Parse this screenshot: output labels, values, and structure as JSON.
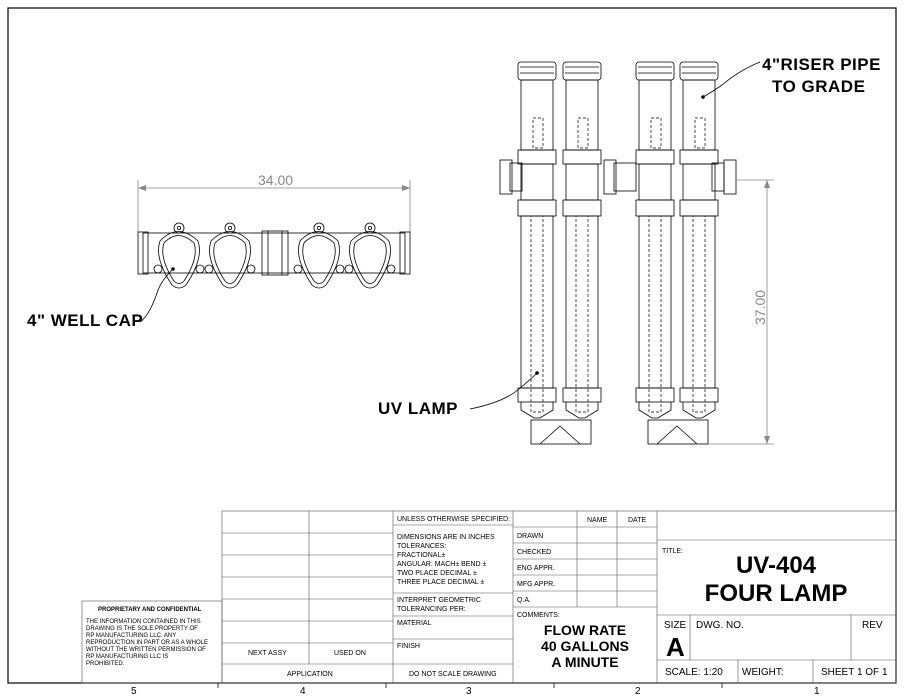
{
  "zones": {
    "numbers": [
      "5",
      "4",
      "3",
      "2",
      "1"
    ]
  },
  "drawing": {
    "callout_riser_line1": "4\"RISER PIPE",
    "callout_riser_line2": "TO GRADE",
    "callout_well_cap": "4\" WELL CAP",
    "callout_uv_lamp": "UV LAMP",
    "dim_width": "34.00",
    "dim_height": "37.00"
  },
  "title_block": {
    "proprietary_title": "PROPRIETARY AND CONFIDENTIAL",
    "proprietary_lines": [
      "THE INFORMATION CONTAINED IN THIS",
      "DRAWING IS THE SOLE PROPERTY OF",
      "RP MANUFACTURING LLC.  ANY",
      "REPRODUCTION IN PART OR AS A WHOLE",
      "WITHOUT THE WRITTEN PERMISSION OF",
      "RP MANUFACTURING LLC IS",
      "PROHIBITED."
    ],
    "next_assy": "NEXT ASSY",
    "used_on": "USED ON",
    "application": "APPLICATION",
    "do_not_scale": "DO NOT SCALE DRAWING",
    "unless_otherwise": "UNLESS OTHERWISE SPECIFIED:",
    "dims_inches": "DIMENSIONS ARE IN INCHES",
    "tolerances": "TOLERANCES:",
    "fractional": "FRACTIONAL±",
    "angular": "ANGULAR: MACH±    BEND ±",
    "two_place": "TWO PLACE DECIMAL   ±",
    "three_place": "THREE PLACE DECIMAL  ±",
    "interpret_geo": "INTERPRET GEOMETRIC",
    "tolerancing_per": "TOLERANCING PER:",
    "material": "MATERIAL",
    "finish": "FINISH",
    "name": "NAME",
    "date": "DATE",
    "drawn": "DRAWN",
    "checked": "CHECKED",
    "eng_appr": "ENG APPR.",
    "mfg_appr": "MFG APPR.",
    "qa": "Q.A.",
    "comments": "COMMENTS:",
    "flow_line1": "FLOW RATE",
    "flow_line2": "40 GALLONS",
    "flow_line3": "A MINUTE",
    "title_label": "TITLE:",
    "title_line1": "UV-404",
    "title_line2": "FOUR LAMP",
    "size_label": "SIZE",
    "size_value": "A",
    "dwg_no": "DWG.  NO.",
    "rev": "REV",
    "scale": "SCALE: 1:20",
    "weight": "WEIGHT:",
    "sheet": "SHEET 1 OF 1"
  }
}
